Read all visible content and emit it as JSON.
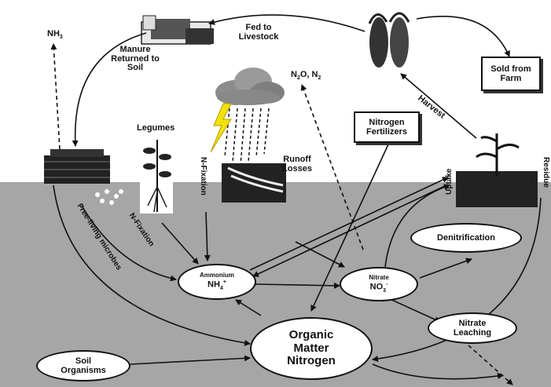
{
  "labels": {
    "nh3": "NH",
    "nh3_sub": "3",
    "manure": "Manure Returned to Soil",
    "fed": "Fed to Livestock",
    "sold": "Sold from Farm",
    "harvest": "Harvest",
    "n2o": "N",
    "n2o_sub1": "2",
    "n2o_mid": "O, N",
    "n2o_sub2": "2",
    "legumes": "Legumes",
    "n_fixation_vertical": "N-Fixation",
    "runoff": "Runoff Losses",
    "fertilizers": "Nitrogen Fertilizers",
    "uptake": "Uptake",
    "residue": "Residue",
    "free_living": "Free-living microbes",
    "n_fixation_diag": "N-Fixation",
    "denitrification": "Denitrification",
    "ammonium": "Ammonium",
    "nh4": "NH",
    "nh4_sub": "4",
    "nh4_sup": "+",
    "nitrate": "Nitrate",
    "no3": "NO",
    "no3_sub": "3",
    "no3_sup": "-",
    "nitrate_leaching": "Nitrate Leaching",
    "organic_matter": "Organic Matter Nitrogen",
    "soil_organisms": "Soil Organisms"
  },
  "colors": {
    "soil": "#a6a6a6",
    "sky": "#ffffff",
    "ink": "#111111",
    "lightning": "#f2e20a",
    "cloud": "#8c8c8c"
  },
  "icons": [
    "cow-icon",
    "corn-icon",
    "cloud-icon",
    "lightning-icon",
    "legume-plant-icon",
    "manure-pile-icon",
    "crop-plant-icon",
    "soil-microbes-icon"
  ]
}
